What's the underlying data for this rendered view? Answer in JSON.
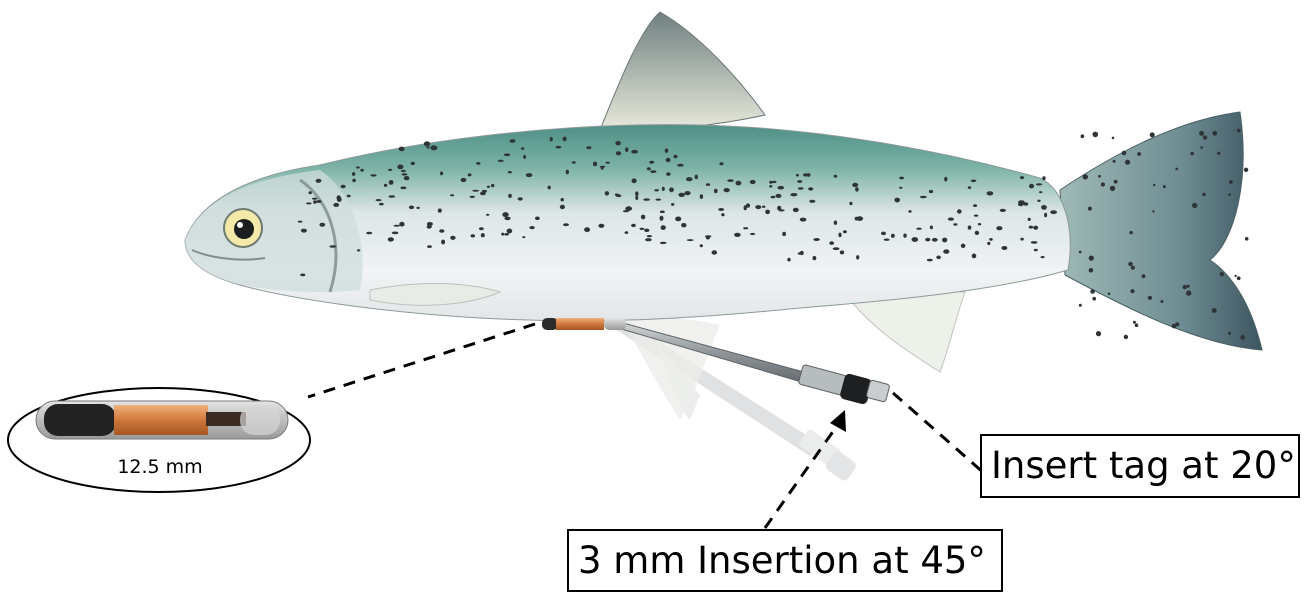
{
  "figure": {
    "subject": "Salmonid fish with PIT tag injector",
    "tag_inset": {
      "size_label": "12.5 mm"
    },
    "callouts": {
      "insert_angle": "Insert tag at 20°",
      "insertion_depth": "3 mm Insertion at 45°"
    },
    "colors": {
      "fish_back": "#6fa79a",
      "fish_belly": "#e8edef",
      "spots": "#2f3438",
      "tag_copper": "#d0773c",
      "tag_ferrite": "#2b2b2b",
      "needle": "#8d9396"
    }
  }
}
